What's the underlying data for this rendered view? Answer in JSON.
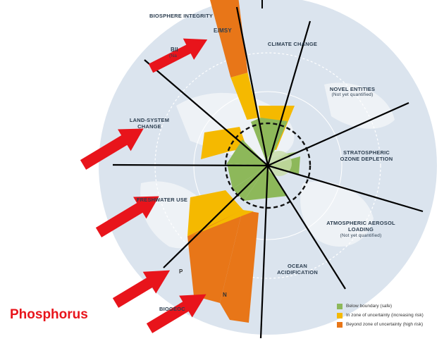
{
  "colors": {
    "safe": "#8db85a",
    "uncertain": "#f5b900",
    "high_risk": "#e87618",
    "background_disc": "#dbe4ee",
    "arrow": "#e8141b",
    "caption": "#e8141b"
  },
  "caption": "Phosphorus",
  "labels": {
    "biosphere": "BIOSPHERE INTEGRITY",
    "emsy": "E/MSY",
    "bii": "BII",
    "bii_sub": "(Na",
    "climate": "CLIMATE CHANGE",
    "novel": "NOVEL ENTITIES",
    "novel_sub": "(Not yet quantified)",
    "ozone_1": "STRATOSPHERIC",
    "ozone_2": "OZONE DEPLETION",
    "aerosol_1": "ATMOSPHERIC AEROSOL",
    "aerosol_2": "LOADING",
    "aerosol_sub": "(Not yet quantified)",
    "ocean_1": "OCEAN",
    "ocean_2": "ACIDIFICATION",
    "land_1": "LAND-SYSTEM",
    "land_2": "CHANGE",
    "fresh": "FRESHWATER USE",
    "p": "P",
    "n": "N",
    "biogeo": "BIOGEOC"
  },
  "legend": [
    {
      "label": "Below boundary (safe)",
      "color": "#8db85a"
    },
    {
      "label": "In zone of uncertainty (increasing risk)",
      "color": "#f5b900"
    },
    {
      "label": "Beyond zone of uncertainty (high risk)",
      "color": "#e87618"
    }
  ],
  "icons": {
    "arrow": "red-arrow-icon"
  }
}
